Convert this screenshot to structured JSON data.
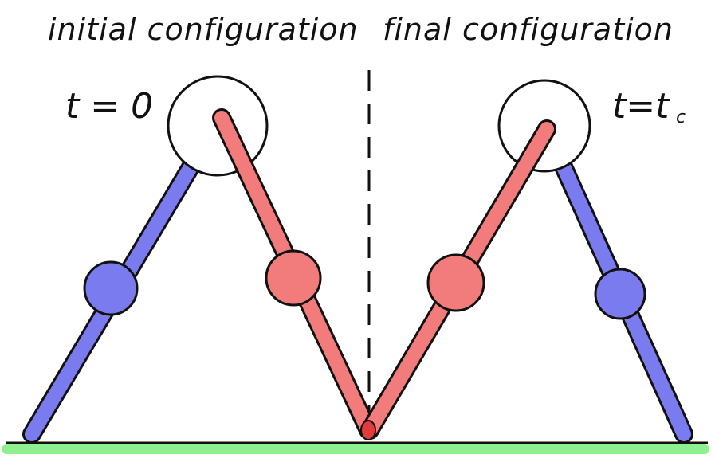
{
  "labels": {
    "initial_title": "initial configuration",
    "final_title": "final configuration",
    "initial_time": "t = 0",
    "final_time_base": "t=t",
    "final_time_sub": "c"
  },
  "colors": {
    "blue_rod": "#7b7bf0",
    "red_rod": "#f27b7b",
    "ground": "#8ef08e",
    "ground_line": "#111111",
    "outline": "#111111",
    "divider": "#111111"
  }
}
